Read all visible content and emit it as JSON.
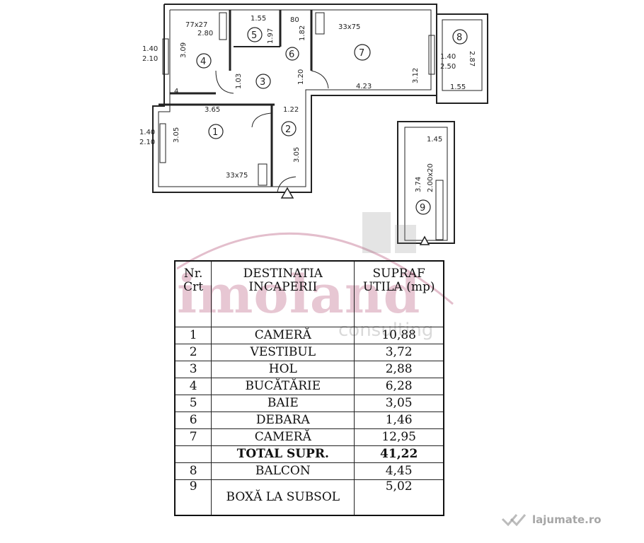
{
  "floor_plan": {
    "room_numbers": [
      "1",
      "2",
      "3",
      "4",
      "5",
      "6",
      "7",
      "8",
      "9"
    ],
    "dimensions": {
      "d1": "1.40",
      "d2": "2.10",
      "d3": "3.09",
      "d4": "77x27",
      "d5": "2.80",
      "d6": "1.55",
      "d7": "1.97",
      "d8": "80",
      "d9": "1.82",
      "d10": "1.03",
      "d11": "1.20",
      "d12": "33x75",
      "d13": "4.23",
      "d14": "3.12",
      "d15": "1.40",
      "d16": "2.50",
      "d17": "2.87",
      "d18": "1.55",
      "d19": "3.65",
      "d20": "1.22",
      "d21": "1.40",
      "d22": "2.10",
      "d23": "3.05",
      "d24": "3.05",
      "d25": "33x75",
      "d26": "1.45",
      "d27": "3.74",
      "d28": "2.00x20",
      "d29": "4"
    }
  },
  "watermark": {
    "name": "imoland",
    "sub": "consulting"
  },
  "table": {
    "headers": {
      "nr": "Nr. Crt",
      "dest": "DESTINATIA INCAPERII",
      "sup": "SUPRAF UTILA (mp)"
    },
    "rows": [
      {
        "nr": "1",
        "dest": "CAMERĂ",
        "sup": "10,88"
      },
      {
        "nr": "2",
        "dest": "VESTIBUL",
        "sup": "3,72"
      },
      {
        "nr": "3",
        "dest": "HOL",
        "sup": "2,88"
      },
      {
        "nr": "4",
        "dest": "BUCĂTĂRIE",
        "sup": "6,28"
      },
      {
        "nr": "5",
        "dest": "BAIE",
        "sup": "3,05"
      },
      {
        "nr": "6",
        "dest": "DEBARA",
        "sup": "1,46"
      },
      {
        "nr": "7",
        "dest": "CAMERĂ",
        "sup": "12,95"
      }
    ],
    "total": {
      "nr": "",
      "dest": "TOTAL SUPR.",
      "sup": "41,22"
    },
    "extra": [
      {
        "nr": "8",
        "dest": "BALCON",
        "sup": "4,45"
      },
      {
        "nr": "9",
        "dest": "BOXĂ LA SUBSOL",
        "sup": "5,02"
      }
    ]
  },
  "badge": {
    "text": "lajumate.ro"
  }
}
